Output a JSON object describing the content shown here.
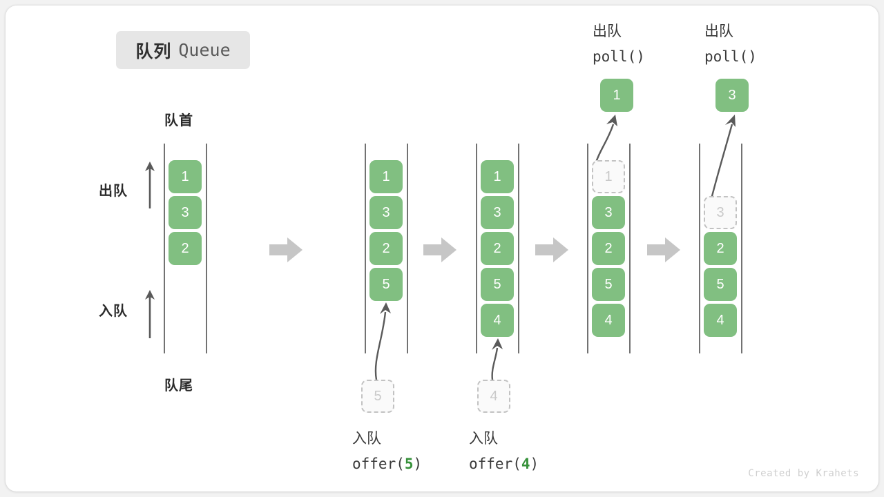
{
  "title": {
    "cn": "队列",
    "en": "Queue"
  },
  "labels": {
    "head": "队首",
    "tail": "队尾",
    "dequeue": "出队",
    "enqueue": "入队"
  },
  "credit": "Created by Krahets",
  "colors": {
    "element_green": "#81bf81",
    "ghost_border": "#c2c2c2",
    "ghost_text": "#c9c9c9",
    "rail": "#595959",
    "arrow_gray": "#c6c6c6",
    "curve_arrow": "#5a5a5a",
    "accent_number": "#36913a",
    "badge_bg": "#e6e6e6"
  },
  "columns": [
    {
      "id": "initial",
      "slots": [
        "1",
        "3",
        "2",
        "",
        ""
      ],
      "ghost_index": -1,
      "side_labels": true,
      "head_label": "队首",
      "tail_label": "队尾"
    },
    {
      "id": "offer-5",
      "slots": [
        "1",
        "3",
        "2",
        "5",
        ""
      ],
      "ghost_index": -1,
      "incoming": {
        "value": "5",
        "op_cn": "入队",
        "op_code_prefix": "offer(",
        "op_code_num": "5",
        "op_code_suffix": ")"
      }
    },
    {
      "id": "offer-4",
      "slots": [
        "1",
        "3",
        "2",
        "5",
        "4"
      ],
      "ghost_index": -1,
      "incoming": {
        "value": "4",
        "op_cn": "入队",
        "op_code_prefix": "offer(",
        "op_code_num": "4",
        "op_code_suffix": ")"
      }
    },
    {
      "id": "poll-1",
      "slots": [
        "1",
        "3",
        "2",
        "5",
        "4"
      ],
      "ghost_index": 0,
      "outgoing": {
        "value": "1",
        "op_cn": "出队",
        "op_code": "poll()"
      }
    },
    {
      "id": "poll-3",
      "slots": [
        "",
        "3",
        "2",
        "5",
        "4"
      ],
      "ghost_index": 1,
      "outgoing": {
        "value": "3",
        "op_cn": "出队",
        "op_code": "poll()"
      }
    }
  ],
  "separators": [
    "arrow-right",
    "arrow-right",
    "arrow-right",
    "arrow-right"
  ]
}
